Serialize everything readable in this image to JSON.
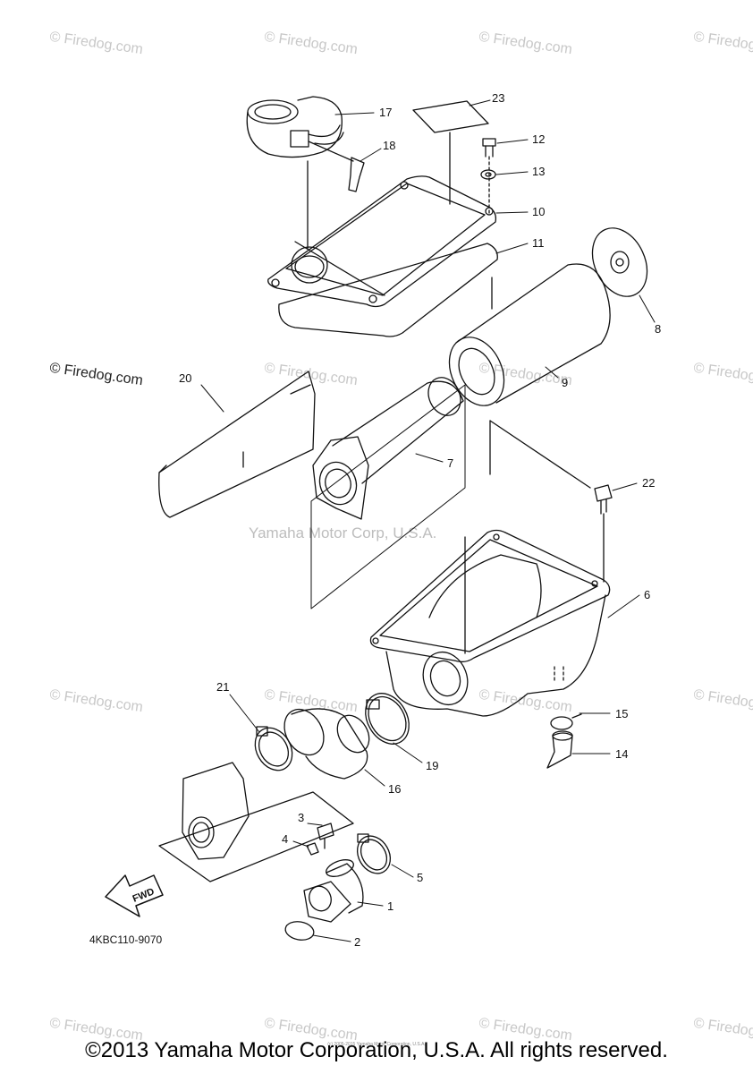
{
  "watermark": {
    "text": "© Firedog.com",
    "strong_text": "© Firedog.com",
    "center_text": "Yamaha Motor Corp, U.S.A."
  },
  "diagram_code": "4KBC110-9070",
  "fwd_label": "FWD",
  "copyright": "©2013 Yamaha Motor Corporation, U.S.A. All rights reserved.",
  "tiny_text": "(c) 2005-2015 Yamaha Motor Corporation, U.S.A.",
  "part_numbers": [
    "1",
    "2",
    "3",
    "4",
    "5",
    "6",
    "7",
    "8",
    "9",
    "10",
    "11",
    "12",
    "13",
    "14",
    "15",
    "16",
    "17",
    "18",
    "19",
    "20",
    "21",
    "22",
    "23"
  ],
  "colors": {
    "line": "#111111",
    "watermark": "#c8c8c8"
  }
}
